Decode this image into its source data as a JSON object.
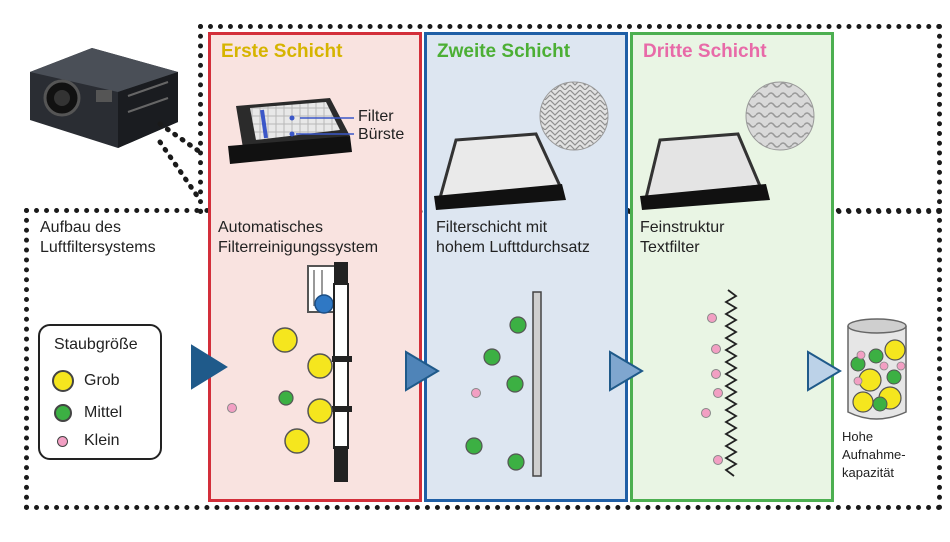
{
  "overview": {
    "title_line1": "Aufbau des",
    "title_line2": "Luftfiltersystems"
  },
  "legend": {
    "title": "Staubgröße",
    "items": [
      {
        "label": "Grob",
        "color": "#f5e61e"
      },
      {
        "label": "Mittel",
        "color": "#3cb043"
      },
      {
        "label": "Klein",
        "color": "#f29fc3"
      }
    ]
  },
  "layers": [
    {
      "title": "Erste Schicht",
      "title_color": "#d6b400",
      "border_color": "#d32f3a",
      "bg_color": "#f9e3e0",
      "desc_line1": "Automatisches",
      "desc_line2": "Filterreinigungssystem",
      "callout_filter": "Filter",
      "callout_brush": "Bürste"
    },
    {
      "title": "Zweite Schicht",
      "title_color": "#4caf35",
      "border_color": "#1f5fa6",
      "bg_color": "#dde6f1",
      "desc_line1": "Filterschicht mit",
      "desc_line2": "hohem Lufttdurchsatz"
    },
    {
      "title": "Dritte Schicht",
      "title_color": "#e86aa8",
      "border_color": "#4caf50",
      "bg_color": "#e9f5e4",
      "desc_line1": "Feinstruktur",
      "desc_line2": "Textfilter"
    }
  ],
  "output": {
    "line1": "Hohe",
    "line2": "Aufnahme-",
    "line3": "kapazität"
  },
  "colors": {
    "arrow": "#1f5a8a",
    "arrow_light": "#7fa6cf",
    "dotted_border": "#1a1a1a"
  }
}
